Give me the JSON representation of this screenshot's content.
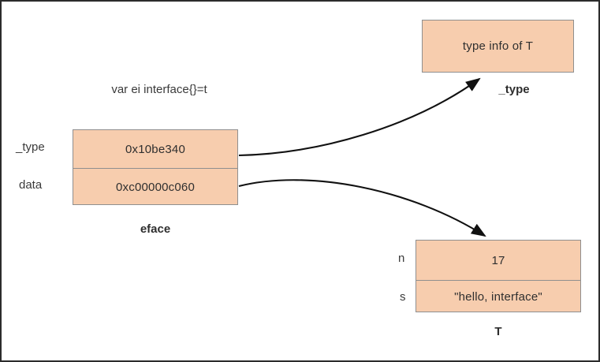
{
  "diagram": {
    "annotation": "var ei interface{}=t",
    "eface": {
      "caption": "eface",
      "rows": [
        {
          "label": "_type",
          "value": "0x10be340"
        },
        {
          "label": "data",
          "value": "0xc00000c060"
        }
      ]
    },
    "type_info": {
      "caption": "_type",
      "value": "type info of T"
    },
    "concrete_type": {
      "caption": "T",
      "rows": [
        {
          "label": "n",
          "value": "17"
        },
        {
          "label": "s",
          "value": "\"hello, interface\""
        }
      ]
    },
    "arrows": [
      {
        "name": "type-pointer-arrow",
        "from": "eface._type",
        "to": "type_info"
      },
      {
        "name": "data-pointer-arrow",
        "from": "eface.data",
        "to": "concrete_type"
      }
    ],
    "colors": {
      "box_fill": "#f7cdae",
      "box_border": "#8f8f8f",
      "arrow": "#111111",
      "text": "#3a3a3a",
      "frame": "#2b2b2b"
    }
  }
}
